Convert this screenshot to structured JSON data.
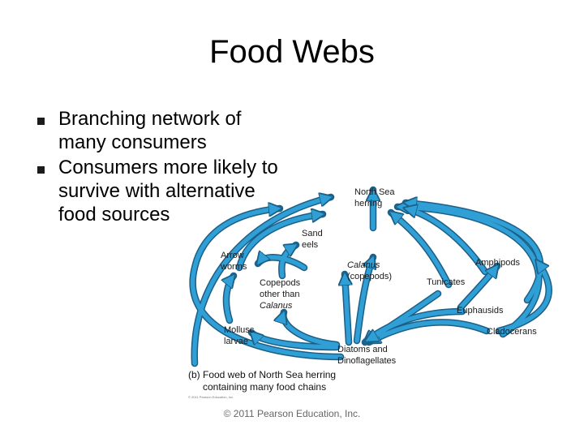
{
  "title": "Food Webs",
  "bullets": [
    "Branching network of many consumers",
    "Consumers more likely to survive with alternative food sources"
  ],
  "diagram": {
    "nodes": {
      "herring": [
        "North Sea",
        "herring"
      ],
      "sand_eels": [
        "Sand",
        "eels"
      ],
      "arrow_worms": [
        "Arrow",
        "worms"
      ],
      "calanus": [
        "Calanus",
        "(copepods)"
      ],
      "amphipods": [
        "Amphipods"
      ],
      "tunicates": [
        "Tunicates"
      ],
      "copepods_other": [
        "Copepods",
        "other than",
        "Calanus"
      ],
      "euphausids": [
        "Euphausids"
      ],
      "mollusc_larvae": [
        "Mollusc",
        "larvae"
      ],
      "cladocerans": [
        "Cladocerans"
      ],
      "diatoms": [
        "Diatoms and",
        "Dinoflagellates"
      ]
    },
    "caption_line1": "(b) Food web of North Sea herring",
    "caption_line2": "containing many food chains",
    "tiny_credit": "© 2011 Pearson Education, Inc.",
    "arrow_color": "#2f9fd6",
    "arrow_outline": "#1c5f86"
  },
  "footer": "© 2011 Pearson Education, Inc."
}
